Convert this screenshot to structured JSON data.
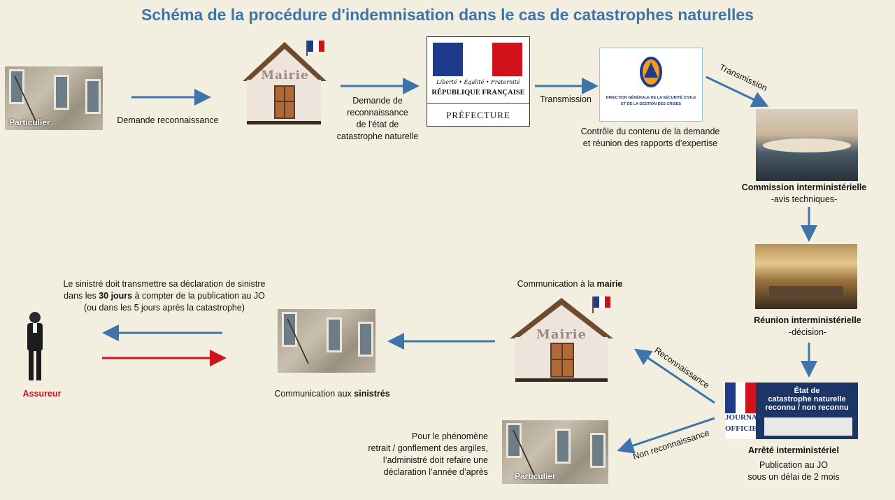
{
  "title": "Schéma de la procédure d'indemnisation dans le cas de catastrophes naturelles",
  "colors": {
    "title": "#3f74ab",
    "arrow_blue": "#3f74ab",
    "arrow_red": "#d0121b",
    "background": "#f3efe0"
  },
  "top_row": {
    "particulier_label": "Particulier",
    "step1_label": "Demande reconnaissance",
    "mairie_sign": "Mairie",
    "step2_lines": [
      "Demande de",
      "reconnaissance",
      "de l'état de",
      "catastrophe naturelle"
    ],
    "prefecture": {
      "motto": "Liberté • Égalité • Fraternité",
      "republique": "RÉPUBLIQUE FRANÇAISE",
      "name": "PRÉFECTURE"
    },
    "transmission_1": "Transmission",
    "dgscgc": {
      "line1": "DIRECTION GÉNÉRALE DE LA SÉCURITÉ CIVILE",
      "line2": "ET DE LA GESTION DES CRISES"
    },
    "control_lines": [
      "Contrôle du contenu de la demande",
      "et réunion des rapports d’expertise"
    ],
    "transmission_2": "Transmission"
  },
  "right_column": {
    "commission_title": "Commission interministérielle",
    "commission_sub": "-avis techniques-",
    "reunion_title": "Réunion interministérielle",
    "reunion_sub": "-décision-",
    "jo": {
      "left1": "JOURNAL",
      "left2": "OFFICIEL",
      "line1": "État de",
      "line2": "catastrophe naturelle",
      "line3": "reconnu / non reconnu"
    },
    "arrete_title": "Arrêté interministériel",
    "publication_lines": [
      "Publication au JO",
      "sous un délai de 2 mois"
    ]
  },
  "bottom_row": {
    "reconnaissance": "Reconnaissance",
    "non_reconnaissance": "Non reconnaissance",
    "communication_mairie_prefix": "Communication à la ",
    "communication_mairie_bold": "mairie",
    "mairie_sign": "Mairie",
    "communication_sinistres_prefix": "Communication aux ",
    "communication_sinistres_bold": "sinistrés",
    "declaration_line1": "Le sinistré doit transmettre sa déclaration de sinistre",
    "declaration_line2_pre": "dans les ",
    "declaration_line2_bold": "30 jours",
    "declaration_line2_post": " à compter de la publication au JO",
    "declaration_line3": "(ou dans les 5 jours après la catastrophe)",
    "assureur": "Assureur",
    "argiles_lines": [
      "Pour le phénomène",
      "retrait / gonflement des argiles,",
      "l’administré doit refaire une",
      "déclaration l’année d’après"
    ],
    "particulier_label": "Particulier"
  }
}
